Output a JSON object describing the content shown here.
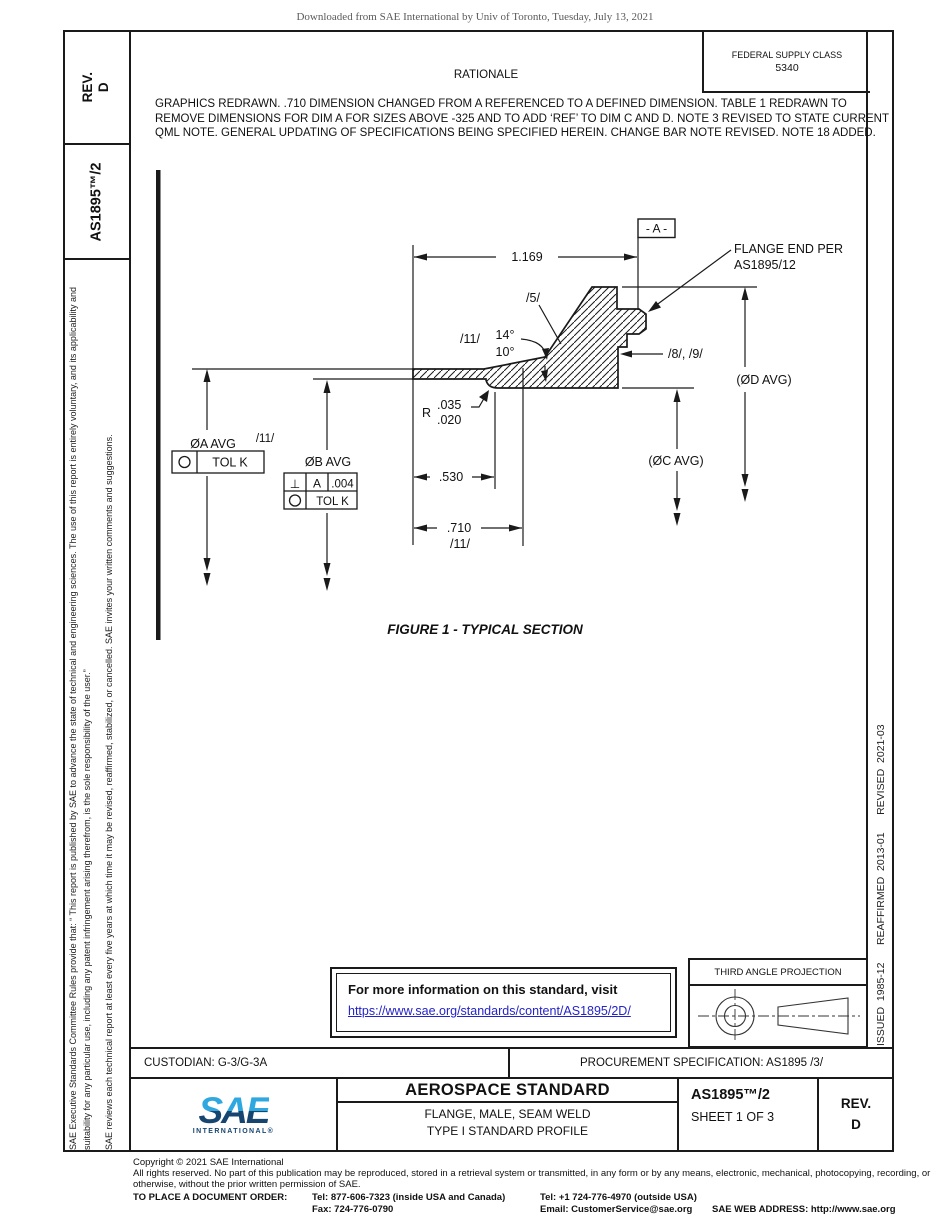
{
  "page": {
    "download_note": "Downloaded from SAE International by Univ of Toronto, Tuesday, July 13, 2021"
  },
  "left_sidebar": {
    "rev_label": "REV.",
    "rev_value": "D",
    "doc_number": "AS1895™/2",
    "disclaimer_1": "SAE Executive Standards Committee Rules provide that: “ This report is published by SAE to advance the state of technical and engineering sciences. The use of this report is entirely voluntary, and its applicability and suitability for any particular use, including any patent infringement arising therefrom, is the sole responsibility of the user.”",
    "disclaimer_2": "SAE reviews each technical report at least every five years at which time it may be revised, reaffirmed, stabilized, or cancelled. SAE invites your written comments and suggestions."
  },
  "right_sidebar": {
    "revision_history": "ISSUED  1985-12      REAFFIRMED  2013-01      REVISED  2021-03"
  },
  "header": {
    "fsc_label": "FEDERAL SUPPLY CLASS",
    "fsc_value": "5340",
    "rationale_title": "RATIONALE",
    "rationale_text": "GRAPHICS REDRAWN. .710 DIMENSION CHANGED FROM A REFERENCED TO A DEFINED DIMENSION. TABLE 1 REDRAWN TO REMOVE DIMENSIONS FOR DIM A FOR SIZES ABOVE -325 AND TO ADD ‘REF’ TO DIM C AND D. NOTE 3 REVISED TO STATE CURRENT QML NOTE. GENERAL UPDATING OF SPECIFICATIONS BEING SPECIFIED HEREIN. CHANGE BAR NOTE REVISED. NOTE 18 ADDED."
  },
  "figure": {
    "caption": "FIGURE 1 - TYPICAL SECTION",
    "datum_flag": "- A -",
    "flange_note_1": "FLANGE END PER",
    "flange_note_2": "AS1895/12",
    "dim_length": "1.169",
    "dim_530": ".530",
    "dim_710": ".710",
    "dim_710_flag": "/11/",
    "radius_r": "R",
    "radius_max": ".035",
    "radius_min": ".020",
    "angle_flag": "/11/",
    "angle_max": "14°",
    "angle_min": "10°",
    "flag_5": "/5/",
    "flag_8_9": "/8/, /9/",
    "dia_a": "ØA AVG",
    "dia_a_flag": "/11/",
    "dia_b": "ØB AVG",
    "dia_c": "(ØC AVG)",
    "dia_d": "(ØD AVG)",
    "fcf_a_sym": "○",
    "fcf_a_tol": "TOL K",
    "fcf_b1_sym": "⊥",
    "fcf_b1_datum": "A",
    "fcf_b1_tol": ".004",
    "fcf_b2_sym": "○",
    "fcf_b2_tol": "TOL K"
  },
  "info_box": {
    "line1": "For more information on this standard, visit",
    "link": "https://www.sae.org/standards/content/AS1895/2D/"
  },
  "projection": {
    "title": "THIRD ANGLE PROJECTION"
  },
  "title_block": {
    "custodian": "CUSTODIAN: G-3/G-3A",
    "procurement": "PROCUREMENT SPECIFICATION: AS1895 /3/",
    "logo_text": "SAE",
    "logo_sub": "INTERNATIONAL®",
    "doc_type": "AEROSPACE STANDARD",
    "title_1": "FLANGE, MALE, SEAM WELD",
    "title_2": "TYPE I STANDARD PROFILE",
    "doc_number": "AS1895™/2",
    "sheet": "SHEET 1 OF 3",
    "rev_label": "REV.",
    "rev_value": "D"
  },
  "footer": {
    "copyright": "Copyright © 2021 SAE International",
    "rights": "All rights reserved. No part of this publication may be reproduced, stored in a retrieval system or transmitted, in any form or by any means, electronic, mechanical, photocopying, recording, or otherwise, without the prior written permission of SAE.",
    "order_label": "TO PLACE A DOCUMENT ORDER:",
    "tel_inside": "Tel: 877-606-7323 (inside USA and Canada)",
    "tel_outside": "Tel: +1 724-776-4970 (outside USA)",
    "fax": "Fax: 724-776-0790",
    "email": "Email: CustomerService@sae.org",
    "web": "SAE WEB ADDRESS: http://www.sae.org"
  },
  "colors": {
    "line": "#1a1a1a",
    "link_blue": "#2323CB",
    "logo_light_blue": "#2FA8E0",
    "logo_dark_blue": "#16456F"
  }
}
